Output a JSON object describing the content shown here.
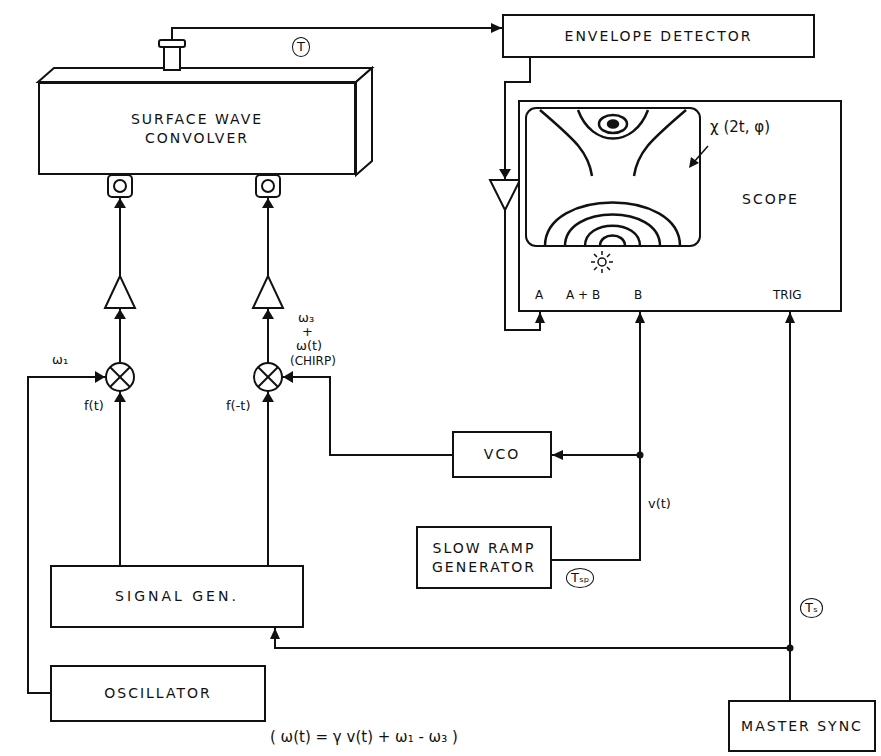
{
  "diagram": {
    "nodes": [
      {
        "text": [
          "ENVELOPE DETECTOR"
        ]
      },
      {
        "text": [
          "SURFACE WAVE CONVOLVER"
        ]
      },
      {
        "text": [
          "SCOPE"
        ]
      },
      {
        "text": [
          "VCO"
        ]
      },
      {
        "text": [
          "SLOW RAMP GENERATOR"
        ]
      },
      {
        "text": [
          "SIGNAL GEN."
        ]
      },
      {
        "text": [
          "OSCILLATOR"
        ]
      },
      {
        "text": [
          "MASTER SYNC"
        ]
      }
    ],
    "edges": [
      {
        "from": 1,
        "to": 0,
        "arrow": "to"
      },
      {
        "from": 0,
        "to": 2,
        "arrow": "to"
      },
      {
        "from": 5,
        "to": 1,
        "arrow": "to"
      },
      {
        "from": 5,
        "to": 1,
        "arrow": "to"
      },
      {
        "from": 6,
        "to": 1,
        "arrow": "to"
      },
      {
        "from": 3,
        "to": 1,
        "arrow": "to"
      },
      {
        "from": 4,
        "to": 3,
        "arrow": "to"
      },
      {
        "from": 4,
        "to": 2,
        "arrow": "to"
      },
      {
        "from": 7,
        "to": 2,
        "arrow": "to"
      },
      {
        "from": 7,
        "to": 5,
        "arrow": "to"
      }
    ],
    "labels": [
      "T",
      "χ (2t, φ)",
      "A",
      "A + B",
      "B",
      "TRIG",
      "ω₁",
      "f(t)",
      "f(-t)",
      "ω₃",
      "+",
      "ω(t)",
      "(CHIRP)",
      "v(t)",
      "Tₛₚ",
      "Tₛ",
      "( ω(t) = γ v(t) + ω₁ - ω₃ )"
    ]
  }
}
